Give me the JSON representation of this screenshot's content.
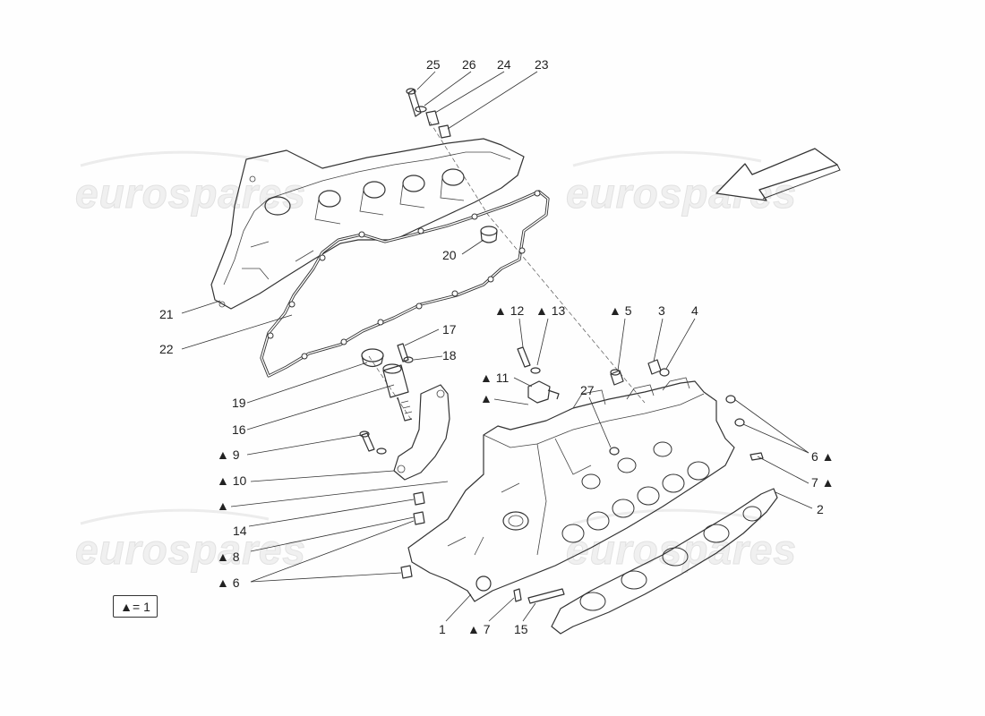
{
  "watermark": {
    "text": "eurospares"
  },
  "legend": {
    "text": "▲= 1"
  },
  "callouts": [
    {
      "id": "25",
      "text": "25"
    },
    {
      "id": "26",
      "text": "26"
    },
    {
      "id": "24",
      "text": "24"
    },
    {
      "id": "23",
      "text": "23"
    },
    {
      "id": "20",
      "text": "20"
    },
    {
      "id": "21",
      "text": "21"
    },
    {
      "id": "22",
      "text": "22"
    },
    {
      "id": "12",
      "text": "▲ 12"
    },
    {
      "id": "13",
      "text": "▲ 13"
    },
    {
      "id": "5",
      "text": "▲ 5"
    },
    {
      "id": "3",
      "text": "3"
    },
    {
      "id": "4",
      "text": "4"
    },
    {
      "id": "17",
      "text": "17"
    },
    {
      "id": "18",
      "text": "18"
    },
    {
      "id": "11",
      "text": "▲ 11"
    },
    {
      "id": "11b",
      "text": "▲"
    },
    {
      "id": "27",
      "text": "27"
    },
    {
      "id": "19",
      "text": "19"
    },
    {
      "id": "16",
      "text": "16"
    },
    {
      "id": "9",
      "text": "▲  9"
    },
    {
      "id": "10",
      "text": "▲ 10"
    },
    {
      "id": "tri",
      "text": "▲"
    },
    {
      "id": "6r",
      "text": "6 ▲"
    },
    {
      "id": "7r",
      "text": "7 ▲"
    },
    {
      "id": "2",
      "text": "2"
    },
    {
      "id": "14",
      "text": "14"
    },
    {
      "id": "8",
      "text": "▲ 8"
    },
    {
      "id": "6l",
      "text": "▲ 6"
    },
    {
      "id": "1",
      "text": "1"
    },
    {
      "id": "7b",
      "text": "▲ 7"
    },
    {
      "id": "15",
      "text": "15"
    }
  ]
}
